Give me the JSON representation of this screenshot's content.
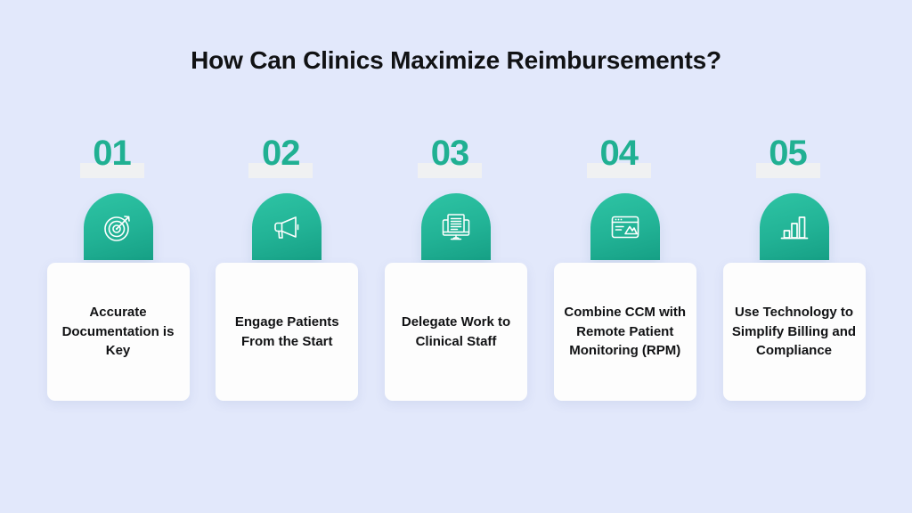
{
  "title": "How Can Clinics Maximize Reimbursements?",
  "colors": {
    "background": "#e2e8fb",
    "accent_teal": "#20b092",
    "arch_top": "#2ec4a4",
    "arch_bottom": "#16a085",
    "number_bar": "#f0f1f2",
    "card_background": "#fdfdfd",
    "text": "#111214"
  },
  "steps": [
    {
      "number": "01",
      "icon": "target-dart-icon",
      "text": "Accurate Documentation is Key"
    },
    {
      "number": "02",
      "icon": "megaphone-icon",
      "text": "Engage Patients From the Start"
    },
    {
      "number": "03",
      "icon": "monitor-document-icon",
      "text": "Delegate Work to Clinical Staff"
    },
    {
      "number": "04",
      "icon": "browser-window-image-icon",
      "text": "Combine CCM with Remote Patient Monitoring (RPM)"
    },
    {
      "number": "05",
      "icon": "bar-chart-icon",
      "text": "Use Technology to Simplify Billing and Compliance"
    }
  ]
}
